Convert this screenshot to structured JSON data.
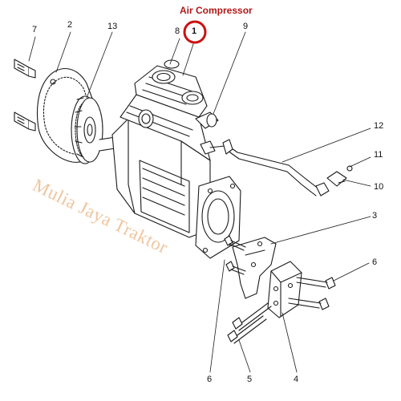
{
  "diagram": {
    "title": "Air Compressor",
    "highlighted_part": "1",
    "watermark": "Mulia Jaya Traktor",
    "callouts": {
      "p1": "1",
      "p2": "2",
      "p3": "3",
      "p4": "4",
      "p5": "5",
      "p6a": "6",
      "p6b": "6",
      "p7": "7",
      "p8": "8",
      "p9": "9",
      "p10": "10",
      "p11": "11",
      "p12": "12",
      "p13": "13"
    },
    "colors": {
      "title": "#b01818",
      "highlight_ring": "#cc1111",
      "watermark": "#e2964f",
      "line": "#1a1a1a"
    }
  }
}
